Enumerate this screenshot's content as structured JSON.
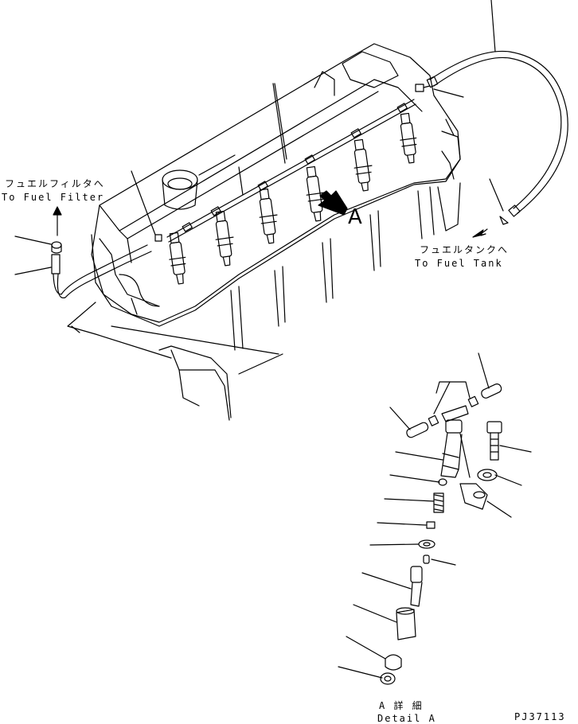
{
  "labels": {
    "to_fuel_filter_jp": "フュエルフィルタへ",
    "to_fuel_filter_en": "To Fuel Filter",
    "to_fuel_tank_jp": "フュエルタンクへ",
    "to_fuel_tank_en": "To Fuel Tank",
    "view_letter": "A",
    "detail_jp": "A 詳 細",
    "detail_en": "Detail A",
    "drawing_number": "PJ37113"
  }
}
